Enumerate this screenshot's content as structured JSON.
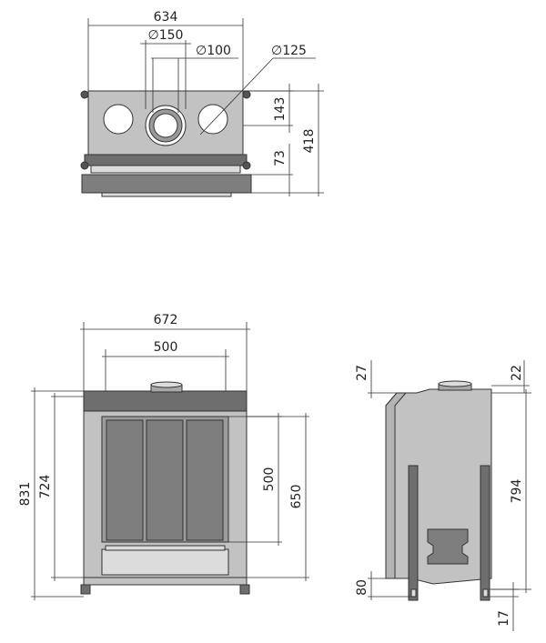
{
  "top_view": {
    "width_label": "634",
    "d150_label": "∅150",
    "d100_label": "∅100",
    "d125_label": "∅125",
    "h143_label": "143",
    "h418_label": "418",
    "h73_label": "73"
  },
  "front_view": {
    "width_672_label": "672",
    "width_500_label": "500",
    "h831_label": "831",
    "h724_label": "724",
    "h500_label": "500",
    "h650_label": "650"
  },
  "side_view": {
    "h27_label": "27",
    "h22_label": "22",
    "h794_label": "794",
    "h80_label": "80",
    "h17_label": "17"
  },
  "colors": {
    "body": "#c2c2c2",
    "dark": "#6e6e6e",
    "glass": "#7e7e7e",
    "line": "#333333"
  }
}
